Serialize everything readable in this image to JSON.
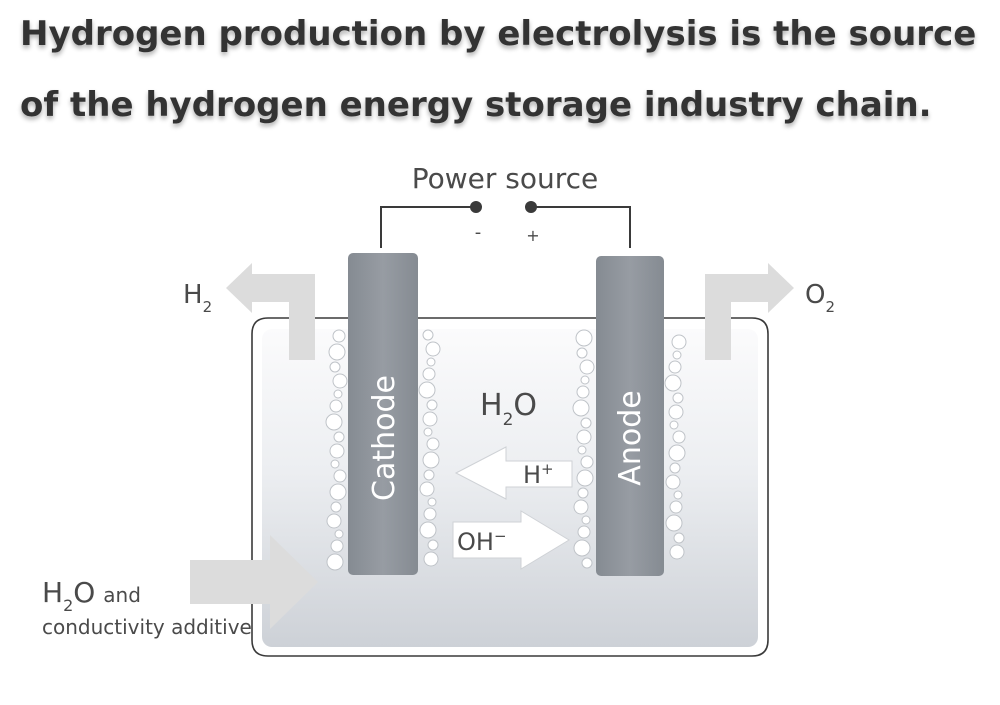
{
  "headline": {
    "line1": "Hydrogen production by electrolysis is the source",
    "line2": "of the hydrogen energy storage industry chain."
  },
  "diagram": {
    "power_source": "Power source",
    "minus_sign": "-",
    "plus_sign": "+",
    "cathode": "Cathode",
    "anode": "Anode",
    "h2_out": {
      "base": "H",
      "sub": "2"
    },
    "o2_out": {
      "base": "O",
      "sub": "2"
    },
    "water_center": {
      "base": "H",
      "sub": "2",
      "tail": "O"
    },
    "h_plus": {
      "base": "H",
      "sup": "+"
    },
    "oh_minus": {
      "base": "OH",
      "sup": "−"
    },
    "input": {
      "base": "H",
      "sub": "2",
      "tail": "O",
      "and": "and",
      "line2": "conductivity additive"
    }
  },
  "colors": {
    "headline": "#333333",
    "electrode": "#8f959c",
    "arrow": "#dcdcdc",
    "tank_fill": "#d7dadf",
    "label": "#4a4a4a"
  }
}
